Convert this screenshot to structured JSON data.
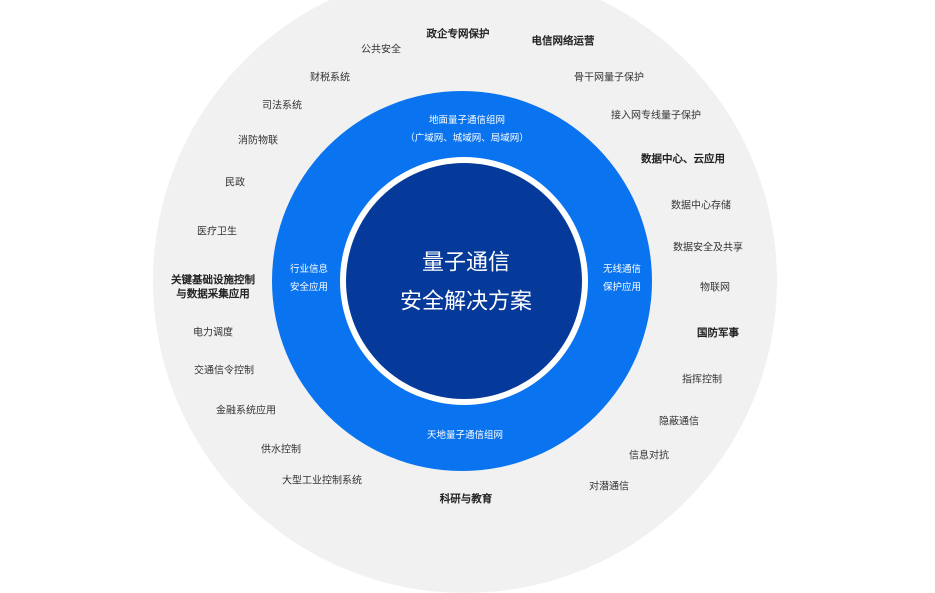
{
  "center": {
    "line1": "量子通信",
    "line2": "安全解决方案"
  },
  "ring": {
    "top_line1": "地面量子通信组网",
    "top_line2": "（广域网、城域网、局域网）",
    "left_line1": "行业信息",
    "left_line2": "安全应用",
    "right_line1": "无线通信",
    "right_line2": "保护应用",
    "bottom": "天地量子通信组网"
  },
  "outer": {
    "cat_gov": "政企专网保护",
    "public_safety": "公共安全",
    "finance_tax": "财税系统",
    "justice": "司法系统",
    "fire_iot": "消防物联",
    "civil": "民政",
    "health": "医疗卫生",
    "cat_infra_1": "关键基础设施控制",
    "cat_infra_2": "与数据采集应用",
    "power": "电力调度",
    "traffic": "交通信令控制",
    "finance_sys": "金融系统应用",
    "water": "供水控制",
    "industrial": "大型工业控制系统",
    "cat_research": "科研与教育",
    "cat_telecom": "电信网络运营",
    "backbone": "骨干网量子保护",
    "access": "接入网专线量子保护",
    "cat_datacenter": "数据中心、云应用",
    "dc_storage": "数据中心存储",
    "data_share": "数据安全及共享",
    "iot": "物联网",
    "cat_defense": "国防军事",
    "command": "指挥控制",
    "covert": "隐蔽通信",
    "info_warfare": "信息对抗",
    "submarine": "对潜通信"
  }
}
